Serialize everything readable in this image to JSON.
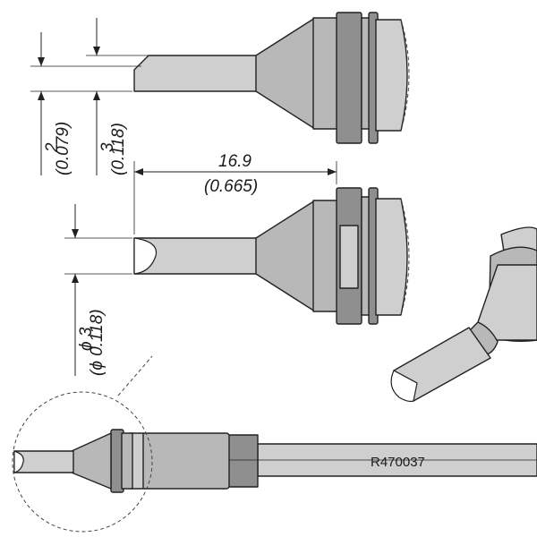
{
  "dimensions": {
    "tip_width": {
      "value": "2",
      "inch": "(0.079)"
    },
    "tip_height": {
      "value": "3",
      "inch": "(0.118)"
    },
    "length": {
      "value": "16.9",
      "inch": "(0.665)"
    },
    "diameter": {
      "value": "ϕ 3",
      "inch": "(ϕ 0.118)"
    }
  },
  "part_number": "R470037"
}
